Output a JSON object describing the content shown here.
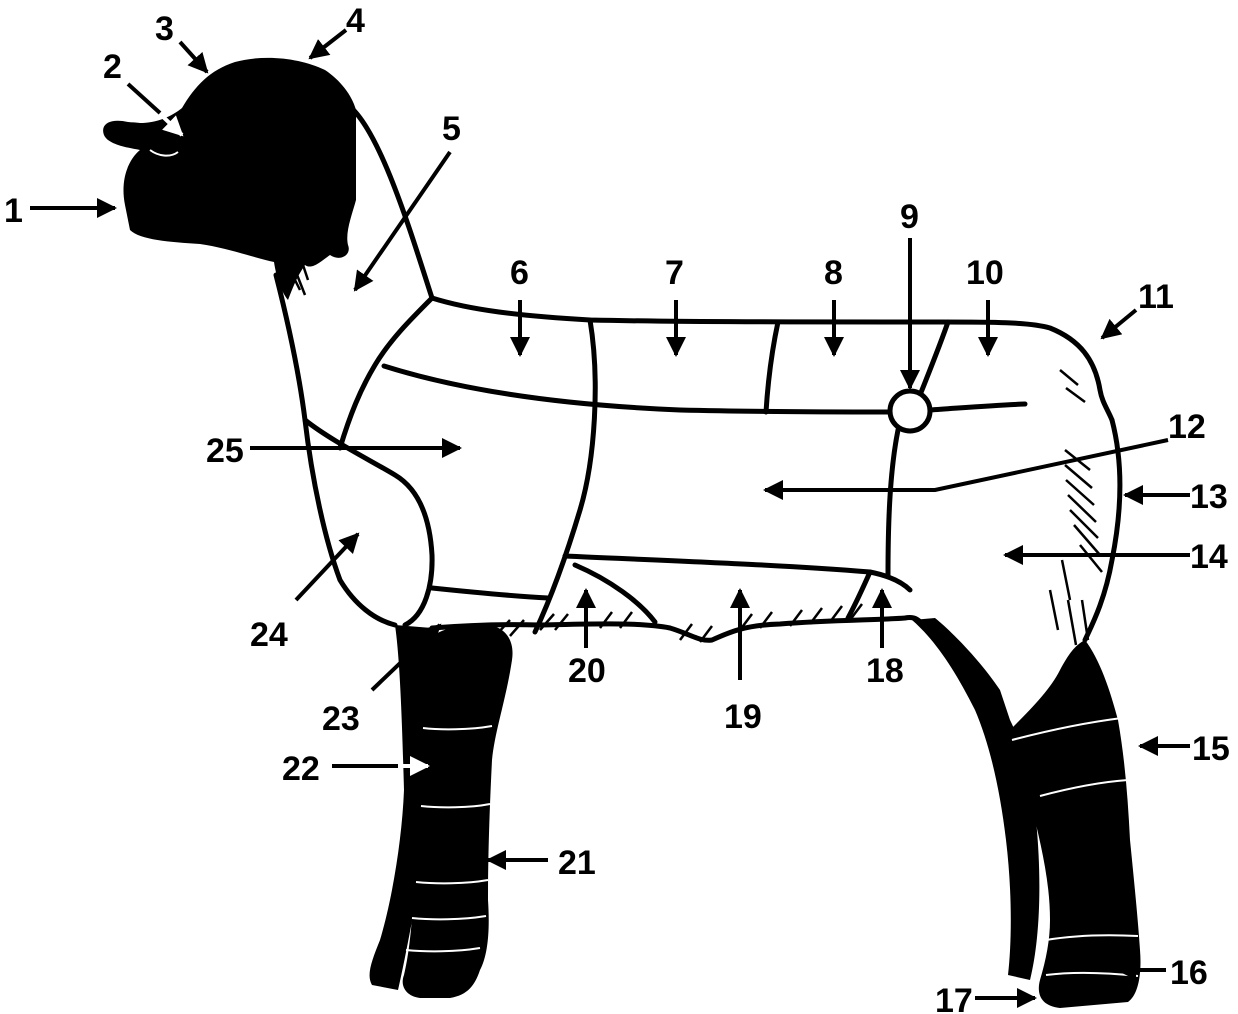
{
  "diagram": {
    "labels": [
      {
        "id": "1",
        "text": "1"
      },
      {
        "id": "2",
        "text": "2"
      },
      {
        "id": "3",
        "text": "3"
      },
      {
        "id": "4",
        "text": "4"
      },
      {
        "id": "5",
        "text": "5"
      },
      {
        "id": "6",
        "text": "6"
      },
      {
        "id": "7",
        "text": "7"
      },
      {
        "id": "8",
        "text": "8"
      },
      {
        "id": "9",
        "text": "9"
      },
      {
        "id": "10",
        "text": "10"
      },
      {
        "id": "11",
        "text": "11"
      },
      {
        "id": "12",
        "text": "12"
      },
      {
        "id": "13",
        "text": "13"
      },
      {
        "id": "14",
        "text": "14"
      },
      {
        "id": "15",
        "text": "15"
      },
      {
        "id": "16",
        "text": "16"
      },
      {
        "id": "17",
        "text": "17"
      },
      {
        "id": "18",
        "text": "18"
      },
      {
        "id": "19",
        "text": "19"
      },
      {
        "id": "20",
        "text": "20"
      },
      {
        "id": "21",
        "text": "21"
      },
      {
        "id": "22",
        "text": "22"
      },
      {
        "id": "23",
        "text": "23"
      },
      {
        "id": "24",
        "text": "24"
      },
      {
        "id": "25",
        "text": "25"
      }
    ],
    "colors": {
      "ink": "#000000",
      "background": "#ffffff"
    }
  }
}
